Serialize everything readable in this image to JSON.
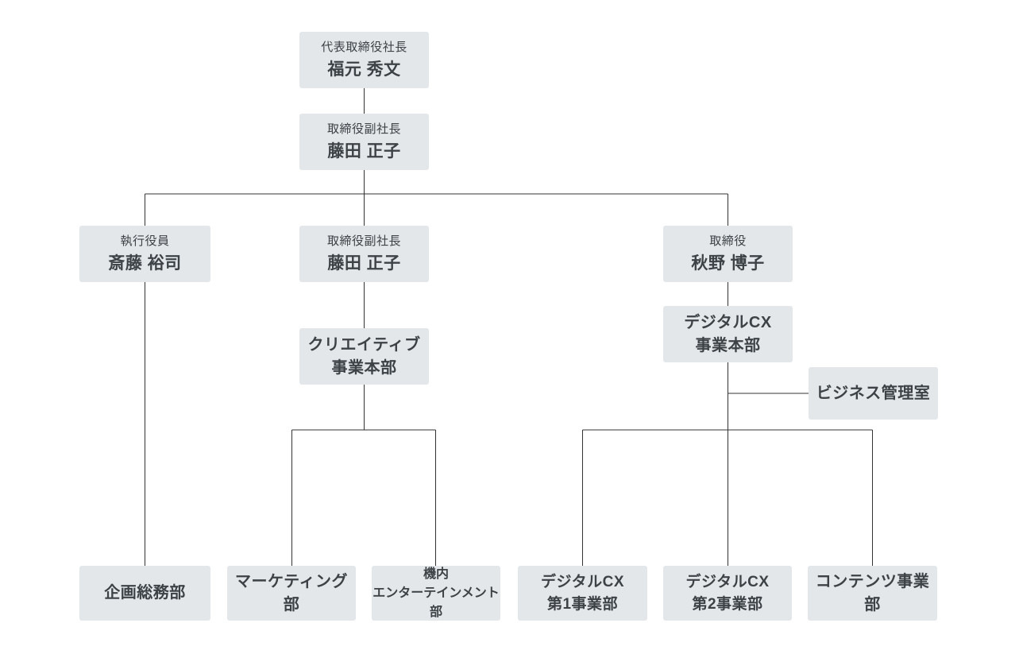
{
  "org_chart": {
    "colors": {
      "box_fill": "#e3e7ea",
      "text": "#3d4246",
      "line": "#333333",
      "background": "#ffffff"
    },
    "nodes": {
      "ceo": {
        "title": "代表取締役社長",
        "name": "福元 秀文"
      },
      "vp_top": {
        "title": "取締役副社長",
        "name": "藤田 正子"
      },
      "executive_officer": {
        "title": "執行役員",
        "name": "斎藤 裕司"
      },
      "vp_mid": {
        "title": "取締役副社長",
        "name": "藤田 正子"
      },
      "director": {
        "title": "取締役",
        "name": "秋野 博子"
      },
      "creative_division": {
        "line1": "クリエイティブ",
        "line2": "事業本部"
      },
      "digital_cx_division": {
        "line1": "デジタルCX",
        "line2": "事業本部"
      },
      "business_management_office": {
        "label": "ビジネス管理室"
      },
      "planning_general_affairs": {
        "label": "企画総務部"
      },
      "marketing": {
        "label": "マーケティング部"
      },
      "inflight_entertainment": {
        "line1": "機内",
        "line2": "エンターテインメント部"
      },
      "digital_cx_1": {
        "line1": "デジタルCX",
        "line2": "第1事業部"
      },
      "digital_cx_2": {
        "line1": "デジタルCX",
        "line2": "第2事業部"
      },
      "content_business": {
        "label": "コンテンツ事業部"
      }
    }
  }
}
